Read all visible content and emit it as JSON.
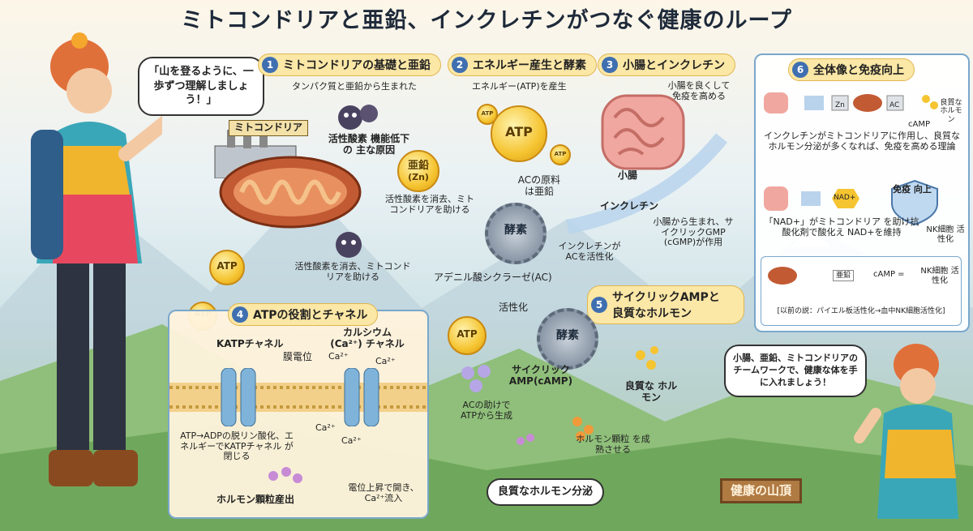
{
  "title": "ミトコンドリアと亜鉛、インクレチンがつなぐ健康のループ",
  "guide_bubble": "「山を登るように、一歩ずつ理解しましょう！」",
  "section1": {
    "num": "1",
    "heading": "ミトコンドリアの基礎と亜鉛",
    "sub": "タンパク質と亜鉛から生まれた",
    "sign": "ミトコンドリア",
    "ros_note": "活性酸素 機能低下の 主な原因",
    "zinc_note": "活性酸素を消去、ミトコンドリアを助ける",
    "bottom_note": "活性酸素を消去、ミトコンドリアを助ける"
  },
  "section2": {
    "num": "2",
    "heading": "エネルギー産生と酵素",
    "sub": "エネルギー(ATP)を産生",
    "ac_source": "ACの原料 は亜鉛",
    "incretin_note": "インクレチンが ACを活性化",
    "adenylate": "アデニル酸シクラーゼ(AC)"
  },
  "section3": {
    "num": "3",
    "heading": "小腸とインクレチン",
    "sub": "小腸を良くして 免疫を高める",
    "intestine": "小腸",
    "incretin": "インクレチン",
    "note": "小腸から生まれ、サイクリックGMP (cGMP)が作用"
  },
  "section4": {
    "num": "4",
    "heading": "ATPの役割とチャネル",
    "katp": "KATPチャネル",
    "membrane": "膜電位",
    "ca_channel": "カルシウム(Ca²⁺) チャネル",
    "ca": "Ca²⁺",
    "atp_adp": "ATP→ADPの脱リン酸化、エネルギーでKATPチャネル が閉じる",
    "granule_release": "ホルモン顆粒産出",
    "ca_influx": "電位上昇で開き、Ca²⁺流入"
  },
  "section5": {
    "num": "5",
    "heading": "サイクリックAMPと 良質なホルモン",
    "activation": "活性化",
    "camp": "サイクリック AMP(cAMP)",
    "atp_gen": "ACの助けで ATPから生成",
    "good_hormone": "良質な ホルモン",
    "mature": "ホルモン顆粒 を成熟させる",
    "secretion": "良質なホルモン分泌"
  },
  "section6": {
    "num": "6",
    "heading": "全体像と免疫向上",
    "camp_label": "cAMP",
    "good_hormone": "良質な ホルモン",
    "theory": "インクレチンがミトコンドリアに作用し、良質な ホルモン分泌が多くなれば、免疫を高める理論",
    "nad": "NAD+",
    "shield": "免疫 向上",
    "nk1": "NK細胞 活性化",
    "nad_note": "「NAD+」がミトコンドリア を助け抗酸化剤で酸化え NAD+を維持",
    "zinc_box": "亜鉛",
    "camp_eq": "cAMP =",
    "nk2": "NK細胞 活性化",
    "past": "[以前の説：パイエル板活性化→血中NK細胞活性化]"
  },
  "common": {
    "atp": "ATP",
    "enzyme": "酵素",
    "zinc": "亜鉛",
    "zn": "(Zn)",
    "zn_short": "Zn",
    "ac": "AC"
  },
  "hiker2_bubble": "小腸、亜鉛、ミトコンドリアのチームワークで、健康な体を手に入れましょう！",
  "summit_sign": "健康の山頂",
  "colors": {
    "accent": "#3f6fb0",
    "header_bg": "#fbe7a6",
    "atp": "#f5c431",
    "panel_border": "#7aa7cc"
  }
}
